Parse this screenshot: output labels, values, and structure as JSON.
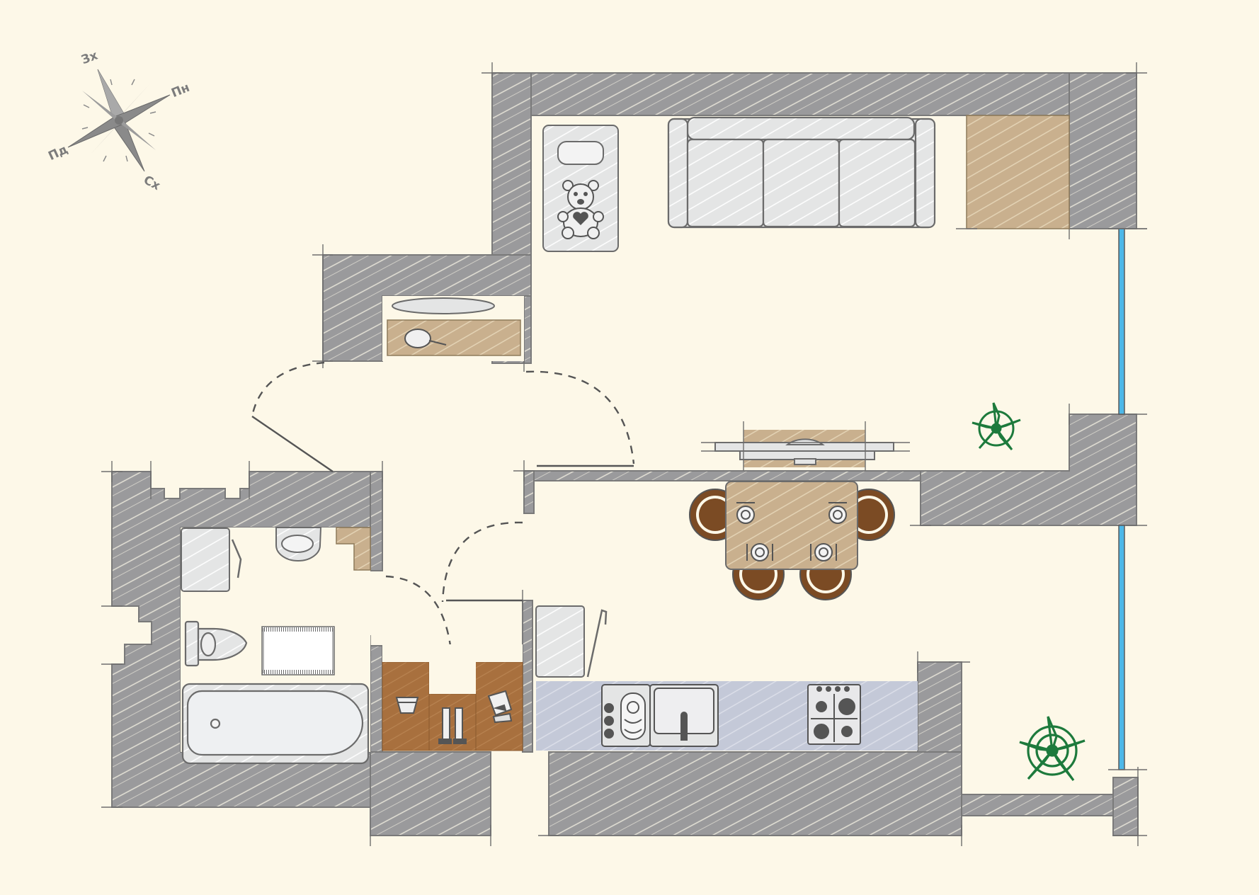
{
  "compass": {
    "north": "Пн",
    "east": "Сх",
    "south": "Пд",
    "west": "Зх"
  },
  "colors": {
    "background": "#fdf8e8",
    "wall": "#9a9a9c",
    "furniture_light": "#e4e5e5",
    "wood_beige": "#c9b08e",
    "wood_brown": "#a8703e",
    "chair_brown": "#7b4b24",
    "counter_blue": "#c4c9d8",
    "window_blue": "#4db8e8",
    "plant_green": "#1d7a3c"
  },
  "rooms": [
    {
      "name": "living-room",
      "items": [
        "sofa",
        "baby-crib",
        "wardrobe",
        "tv-cabinet"
      ]
    },
    {
      "name": "kitchen",
      "items": [
        "refrigerator",
        "counter",
        "sink",
        "cooktop",
        "gas-stove",
        "dining-table",
        "chairs"
      ]
    },
    {
      "name": "bathroom",
      "items": [
        "bathtub",
        "toilet",
        "washbasin",
        "washing-machine",
        "bath-mat"
      ]
    },
    {
      "name": "hallway",
      "items": [
        "built-in-closet",
        "shoe-rack",
        "shelf-with-mirror"
      ]
    }
  ],
  "plants": [
    "plant-icon",
    "plant-icon"
  ]
}
